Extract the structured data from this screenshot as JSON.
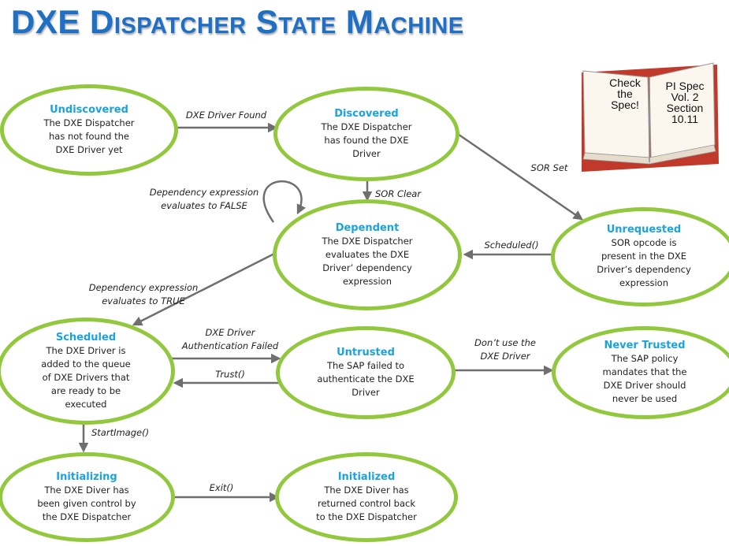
{
  "title": "DXE Dispatcher State Machine",
  "book": {
    "left_page": "Check\nthe\nSpec!",
    "right_page": "PI Spec\nVol. 2\nSection\n10.11"
  },
  "states": {
    "undiscovered": {
      "title": "Undiscovered",
      "desc": "The DXE Dispatcher\nhas not found the\nDXE Driver yet"
    },
    "discovered": {
      "title": "Discovered",
      "desc": "The DXE Dispatcher\nhas  found the DXE\nDriver"
    },
    "dependent": {
      "title": "Dependent",
      "desc": "The DXE Dispatcher\nevaluates the DXE\nDriver’ dependency\nexpression"
    },
    "unrequested": {
      "title": "Unrequested",
      "desc": "SOR opcode is\npresent in the DXE\nDriver’s dependency\nexpression"
    },
    "scheduled": {
      "title": "Scheduled",
      "desc": "The DXE Driver is\nadded to the queue\nof DXE Drivers that\nare ready to be\nexecuted"
    },
    "untrusted": {
      "title": "Untrusted",
      "desc": "The SAP failed to\nauthenticate the  DXE\nDriver"
    },
    "never_trusted": {
      "title": "Never Trusted",
      "desc": "The SAP policy\nmandates that the\nDXE Driver should\nnever be used"
    },
    "initializing": {
      "title": "Initializing",
      "desc": "The DXE Diver has\nbeen given control by\nthe DXE Dispatcher"
    },
    "initialized": {
      "title": "Initialized",
      "desc": "The DXE Diver has\nreturned control back\nto the DXE Dispatcher"
    }
  },
  "transitions": {
    "driver_found": "DXE Driver Found",
    "sor_set": "SOR  Set",
    "sor_clear": "SOR  Clear",
    "dep_false": "Dependency expression\nevaluates to FALSE",
    "scheduled_call": "Scheduled()",
    "dep_true": "Dependency expression\nevaluates to TRUE",
    "auth_failed": "DXE Driver\nAuthentication Failed",
    "trust": "Trust()",
    "dont_use": "Don’t use the\nDXE Driver",
    "start_image": "StartImage()",
    "exit": "Exit()"
  },
  "colors": {
    "title": "#1f6fc5",
    "state_border": "#92c83e",
    "state_title": "#1aa3dd",
    "arrow": "#6f6f6f",
    "book_cover": "#c0392b"
  }
}
